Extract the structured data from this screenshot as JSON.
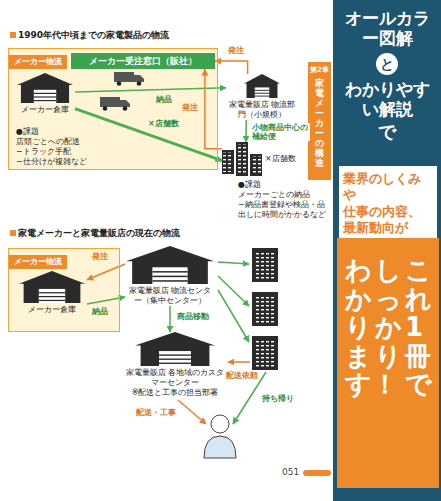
{
  "diagram": {
    "nodes": [
      {
        "text": [
          "メーカー物流"
        ]
      },
      {
        "text": [
          "メーカー受注窓口（販社）"
        ],
        "in": 0
      },
      {
        "text": [
          "メーカー倉庫"
        ],
        "in": 0
      },
      {
        "text": [
          "家電量販店 物流部門（小規模）"
        ]
      },
      {
        "text": [
          "×店舗数"
        ]
      },
      {
        "text": [
          "メーカー物流"
        ]
      },
      {
        "text": [
          "メーカー倉庫"
        ],
        "in": 5
      },
      {
        "text": [
          "家電量販店 物流センター（集中センター）"
        ]
      },
      {
        "text": [
          "家電量販店 各地域のカスタマーセンター",
          "※配送と工事の担当部署"
        ]
      },
      {
        "text": [
          "第2章",
          "家電メーカーの構造"
        ]
      },
      {
        "text": [
          "オールカラー図解",
          "と",
          "わかりやすい解説",
          "で"
        ]
      },
      {
        "text": [
          "業界のしくみや",
          "仕事の内容、",
          "最新動向が"
        ]
      },
      {
        "text": [
          "これ1冊で",
          "しっかり",
          "わかります！"
        ]
      }
    ],
    "edges": [
      {
        "from": 2,
        "to": 3,
        "label": "納品",
        "arrow": "to"
      },
      {
        "from": 2,
        "to": 4,
        "label": "×店舗数",
        "arrow": "to"
      },
      {
        "from": 3,
        "to": 1,
        "label": "発注",
        "arrow": "to"
      },
      {
        "from": 4,
        "to": 1,
        "label": "発注",
        "arrow": "to"
      },
      {
        "from": 3,
        "to": 4,
        "label": "小物商品中心の補給便",
        "arrow": "to"
      },
      {
        "from": 7,
        "to": 6,
        "label": "発注",
        "arrow": "to"
      },
      {
        "from": 6,
        "to": 7,
        "label": "納品",
        "arrow": "to"
      },
      {
        "from": 7,
        "to": 8,
        "label": "商品移動",
        "arrow": "to"
      }
    ],
    "labels": [
      "1990年代中頃までの家電製品の物流",
      "●課題",
      "店頭ごとへの配送",
      "−トラック手配",
      "−仕分けが複雑など",
      "●課題",
      "メーカーごとの納品",
      "−納品書登録や検品・品出しに時間がかかるなど",
      "家電メーカーと家電量販店の現在の物流",
      "配送依頼",
      "持ち帰り",
      "配送・工事",
      "051"
    ]
  }
}
